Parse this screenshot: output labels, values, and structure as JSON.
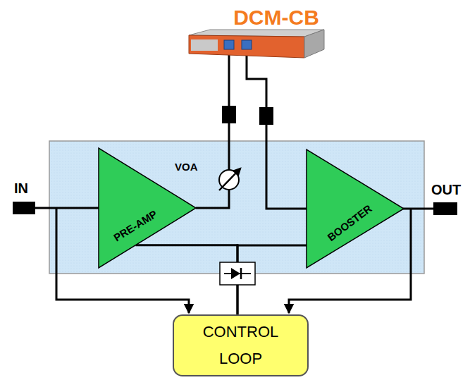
{
  "diagram": {
    "nodes": [
      {
        "text": [
          "DCM-CB"
        ]
      },
      {
        "text": [
          "PRE-AMP"
        ]
      },
      {
        "text": [
          "BOOSTER"
        ]
      },
      {
        "text": [
          "CONTROL LOOP"
        ]
      }
    ],
    "edges": [
      {
        "from": 1,
        "to": 0,
        "arrow": "none"
      },
      {
        "from": 0,
        "to": 2,
        "arrow": "none"
      },
      {
        "from": 1,
        "to": 3,
        "arrow": "none"
      },
      {
        "from": 2,
        "to": 3,
        "arrow": "none"
      }
    ],
    "labels": [
      "IN",
      "VOA",
      "OUT"
    ]
  }
}
